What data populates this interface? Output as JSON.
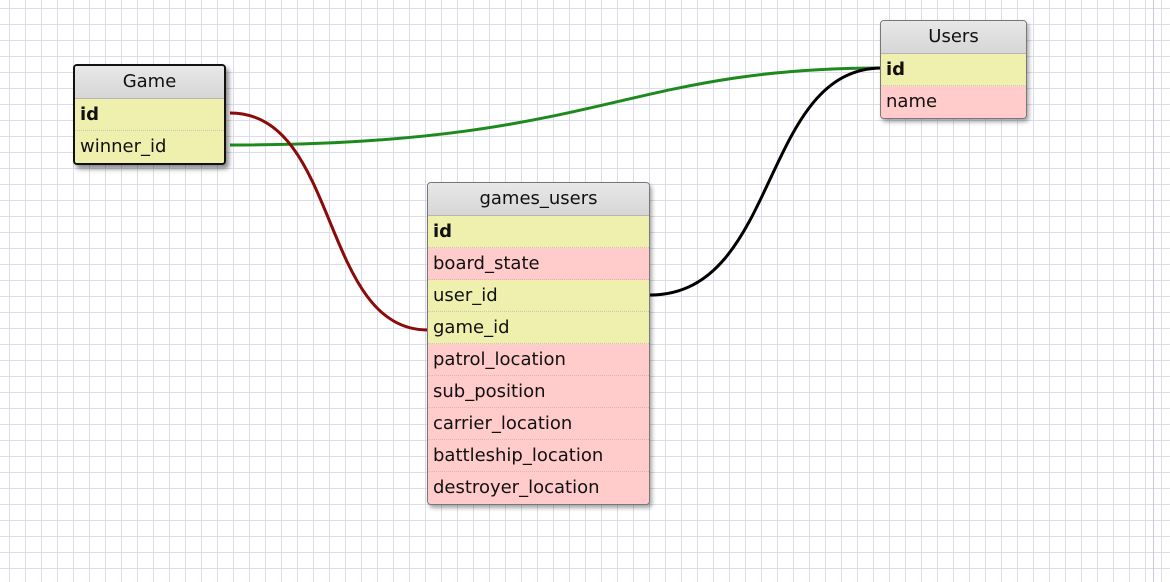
{
  "colors": {
    "key_field": "#efefae",
    "attribute_field": "#ffcbcb",
    "header": "#d8d8d8",
    "relation_winner": "#1e8a1e",
    "relation_game": "#8b0a0a",
    "relation_user": "#000000"
  },
  "tables": {
    "game": {
      "title": "Game",
      "fields": [
        "id",
        "winner_id"
      ]
    },
    "users": {
      "title": "Users",
      "fields": [
        "id",
        "name"
      ]
    },
    "games_users": {
      "title": "games_users",
      "fields": [
        "id",
        "board_state",
        "user_id",
        "game_id",
        "patrol_location",
        "sub_position",
        "carrier_location",
        "battleship_location",
        "destroyer_location"
      ]
    }
  },
  "relations": [
    {
      "from": "game.winner_id",
      "to": "users.id",
      "color": "#1e8a1e"
    },
    {
      "from": "game.id",
      "to": "games_users.game_id",
      "color": "#8b0a0a"
    },
    {
      "from": "games_users.user_id",
      "to": "users.id",
      "color": "#000000"
    }
  ]
}
